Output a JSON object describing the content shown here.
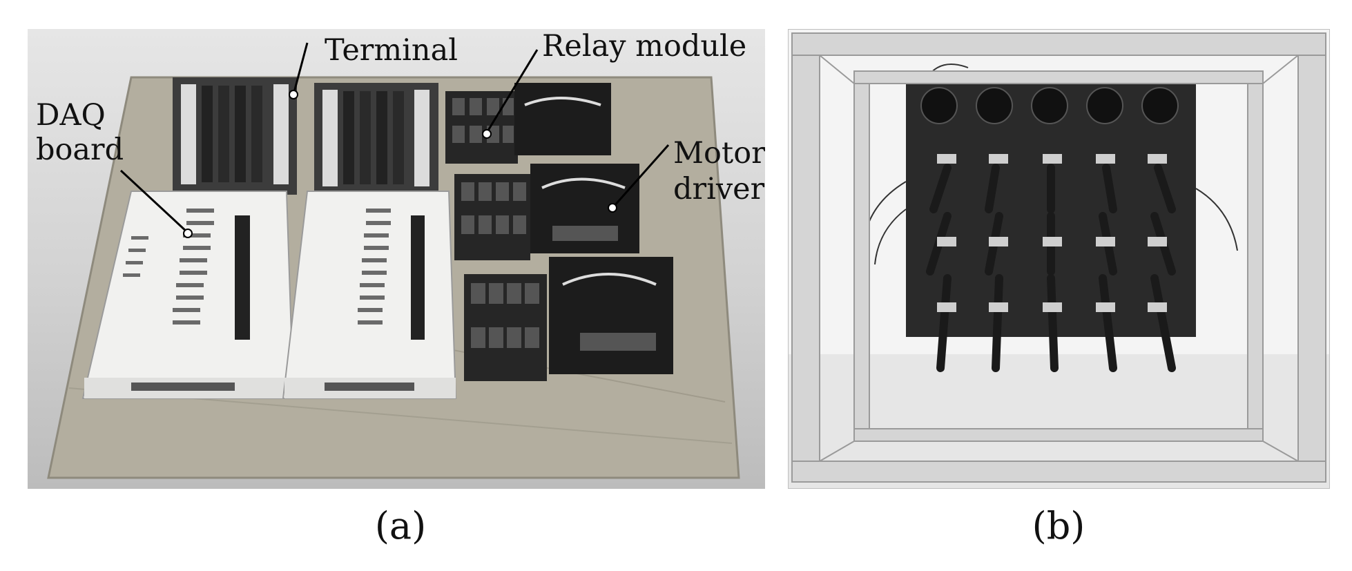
{
  "panel_a": {
    "caption": "(a)",
    "labels": {
      "terminal": "Terminal",
      "relay_module": "Relay module",
      "daq_line1": "DAQ",
      "daq_line2": "board",
      "motor_line1": "Motor",
      "motor_line2": "driver"
    }
  },
  "panel_b": {
    "caption": "(b)"
  }
}
